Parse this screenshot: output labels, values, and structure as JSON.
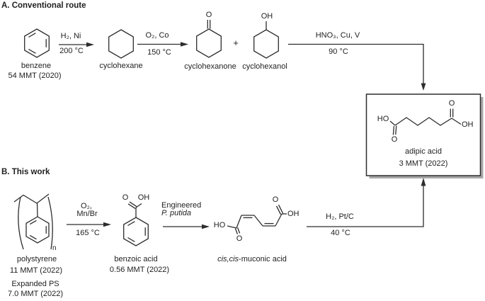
{
  "section_a": {
    "title": "A. Conventional route",
    "steps": [
      {
        "reagents": "H₂, Ni",
        "conditions": "200 °C"
      },
      {
        "reagents": "O₂, Co",
        "conditions": "150 °C"
      },
      {
        "reagents": "HNO₃, Cu, V",
        "conditions": "90 °C"
      }
    ],
    "molecules": [
      {
        "label": "benzene",
        "production": "54 MMT (2020)"
      },
      {
        "label": "cyclohexane"
      },
      {
        "label": "cyclohexanone"
      },
      {
        "label": "cyclohexanol"
      }
    ],
    "plus": "+"
  },
  "section_b": {
    "title": "B. This work",
    "steps": [
      {
        "reagents_line1": "O₂,",
        "reagents_line2": "Mn/Br",
        "conditions": "165 °C"
      },
      {
        "reagents_line1": "Engineered",
        "reagents_line2": "P. putida"
      },
      {
        "reagents": "H₂, Pt/C",
        "conditions": "40 °C"
      }
    ],
    "molecules": [
      {
        "label": "polystyrene",
        "production": "11 MMT (2022)",
        "alt_label": "Expanded PS",
        "alt_production": "7.0 MMT (2022)",
        "repeat_subscript": "n"
      },
      {
        "label": "benzoic acid",
        "production": "0.56 MMT (2022)"
      },
      {
        "label_italic": "cis,cis",
        "label_rest": "-muconic acid"
      }
    ]
  },
  "product": {
    "label": "adipic acid",
    "production": "3 MMT (2022)"
  },
  "atoms": {
    "o": "O",
    "oh": "OH",
    "ho": "HO"
  },
  "colors": {
    "line": "#2d2d2d",
    "box_shadow": "#a8a8a8",
    "text": "#1f1f1f"
  }
}
